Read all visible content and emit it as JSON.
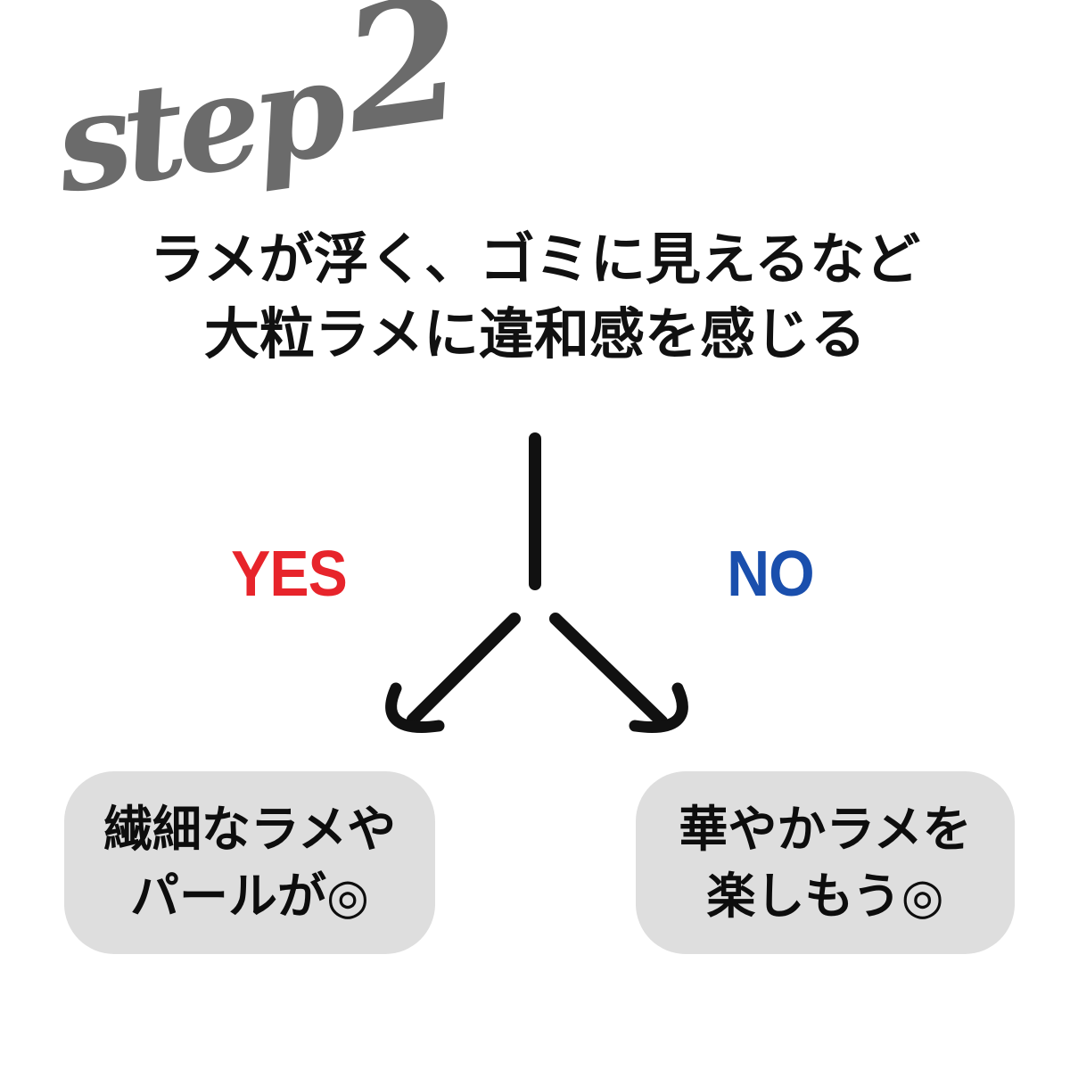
{
  "step_label": {
    "word": "step",
    "number": "2"
  },
  "question": {
    "line1": "ラメが浮く、ゴミに見えるなど",
    "line2": "大粒ラメに違和感を感じる"
  },
  "branches": {
    "yes": {
      "label": "YES",
      "color": "#e7242b"
    },
    "no": {
      "label": "NO",
      "color": "#1a4fad"
    }
  },
  "outcomes": {
    "yes_box": {
      "line1": "繊細なラメや",
      "line2": "パールが◎"
    },
    "no_box": {
      "line1": "華やかラメを",
      "line2": "楽しもう◎"
    }
  },
  "colors": {
    "background": "#ffffff",
    "step_script": "#6b6b6b",
    "question_text": "#111111",
    "connector": "#111111",
    "box_background": "#dedede"
  }
}
